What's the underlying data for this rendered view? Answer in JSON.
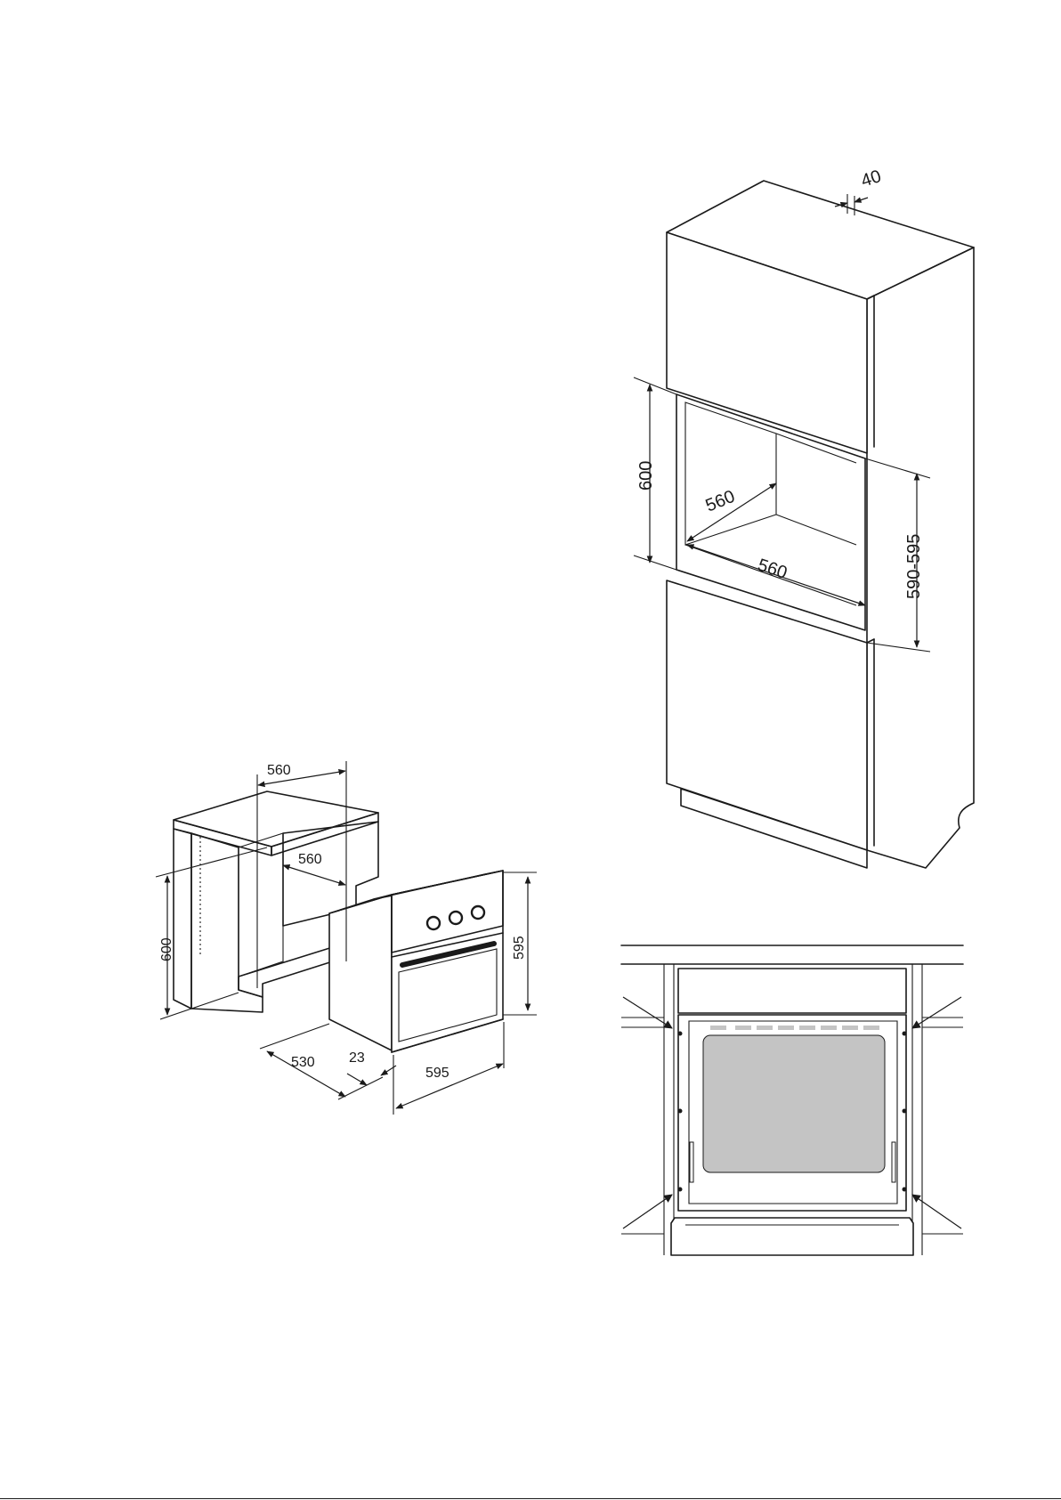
{
  "figures": {
    "undercounter": {
      "dimensions": {
        "top_width": "560",
        "inner_depth": "560",
        "cabinet_height": "600",
        "oven_height": "595",
        "oven_depth": "530",
        "front_depth": "23",
        "oven_width": "595"
      }
    },
    "tall_cabinet": {
      "dimensions": {
        "top_gap": "40",
        "niche_height": "600",
        "niche_depth": "560",
        "niche_width": "560",
        "opening_range": "590-595"
      }
    },
    "front_view": {
      "colors": {
        "glass": "#c4c4c4",
        "line": "#1a1a1a"
      },
      "screw_markers": 4
    }
  },
  "colors": {
    "cabinet_shade": "#c7c7c7",
    "line": "#1a1a1a",
    "background": "#ffffff"
  }
}
